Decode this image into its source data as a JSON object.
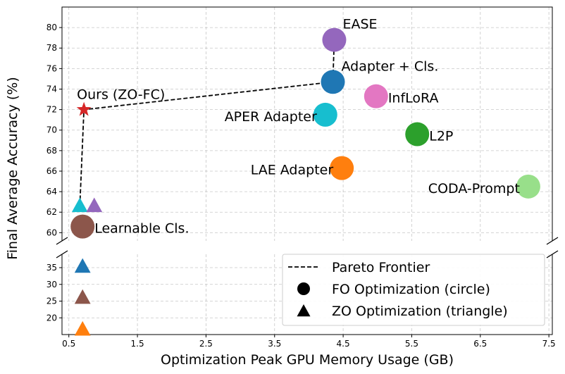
{
  "chart_data": {
    "type": "scatter",
    "xlabel": "Optimization Peak GPU Memory Usage (GB)",
    "ylabel": "Final Average Accuracy (%)",
    "xlim": [
      0.4,
      7.55
    ],
    "ylim_top": [
      59.2,
      82.0
    ],
    "ylim_bottom": [
      15.0,
      39.0
    ],
    "x_ticks": [
      "0.5",
      "1.5",
      "2.5",
      "3.5",
      "4.5",
      "5.5",
      "6.5",
      "7.5"
    ],
    "y_ticks_top": [
      "60",
      "62",
      "64",
      "66",
      "68",
      "70",
      "72",
      "74",
      "76",
      "78",
      "80"
    ],
    "y_ticks_bottom": [
      "20",
      "25",
      "30",
      "35"
    ],
    "grid": true,
    "broken_y_axis": true,
    "points": [
      {
        "label": "EASE",
        "x": 4.37,
        "y": 78.8,
        "marker": "circle",
        "color": "#9467bd",
        "label_pos": "upper-right"
      },
      {
        "label": "Adapter + Cls.",
        "x": 4.35,
        "y": 74.7,
        "marker": "circle",
        "color": "#1f77b4",
        "label_pos": "upper-right"
      },
      {
        "label": "InfLoRA",
        "x": 4.98,
        "y": 73.3,
        "marker": "circle",
        "color": "#e377c2",
        "label_pos": "right"
      },
      {
        "label": "APER Adapter",
        "x": 4.24,
        "y": 71.5,
        "marker": "circle",
        "color": "#17becf",
        "label_pos": "left"
      },
      {
        "label": "L2P",
        "x": 5.58,
        "y": 69.6,
        "marker": "circle",
        "color": "#2ca02c",
        "label_pos": "right"
      },
      {
        "label": "LAE Adapter",
        "x": 4.48,
        "y": 66.3,
        "marker": "circle",
        "color": "#ff7f0e",
        "label_pos": "left"
      },
      {
        "label": "CODA-Prompt",
        "x": 7.2,
        "y": 64.5,
        "marker": "circle",
        "color": "#98df8a",
        "label_pos": "left"
      },
      {
        "label": "Learnable Cls.",
        "x": 0.7,
        "y": 60.6,
        "marker": "circle",
        "color": "#8c564b",
        "label_pos": "right"
      },
      {
        "label": "Ours (ZO-FC)",
        "x": 0.72,
        "y": 72.0,
        "marker": "star",
        "color": "#d62728",
        "label_pos": "above"
      },
      {
        "label": "",
        "x": 0.66,
        "y": 62.6,
        "marker": "triangle",
        "color": "#17becf"
      },
      {
        "label": "",
        "x": 0.87,
        "y": 62.6,
        "marker": "triangle",
        "color": "#9467bd"
      },
      {
        "label": "",
        "x": 0.7,
        "y": 35.3,
        "marker": "triangle",
        "color": "#1f77b4"
      },
      {
        "label": "",
        "x": 0.7,
        "y": 26.0,
        "marker": "triangle",
        "color": "#8c564b"
      },
      {
        "label": "",
        "x": 0.7,
        "y": 16.5,
        "marker": "triangle",
        "color": "#ff7f0e"
      }
    ],
    "pareto_frontier": [
      [
        0.66,
        62.6
      ],
      [
        0.72,
        72.0
      ],
      [
        4.35,
        74.7
      ],
      [
        4.37,
        78.8
      ]
    ],
    "legend": {
      "placement": "lower-right",
      "entries": [
        {
          "label": "Pareto Frontier",
          "symbol": "dashed-line"
        },
        {
          "label": "FO Optimization (circle)",
          "symbol": "circle"
        },
        {
          "label": "ZO Optimization (triangle)",
          "symbol": "triangle"
        }
      ]
    }
  }
}
